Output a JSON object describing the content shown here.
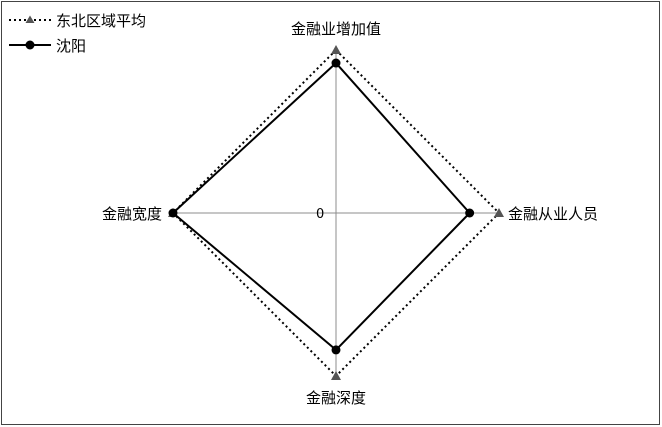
{
  "chart_data": {
    "type": "radar",
    "categories": [
      "金融业增加值",
      "金融从业人员",
      "金融深度",
      "金融宽度"
    ],
    "center_label": "0",
    "series": [
      {
        "name": "东北区域平均",
        "values": [
          1.0,
          1.0,
          1.0,
          1.0
        ],
        "line_style": "dotted",
        "marker": "triangle",
        "color": "#000000"
      },
      {
        "name": "沈阳",
        "values": [
          0.92,
          0.82,
          0.84,
          1.0
        ],
        "line_style": "solid",
        "marker": "circle",
        "color": "#000000"
      }
    ],
    "rmax": 1.0,
    "legend_position": "top-left"
  }
}
